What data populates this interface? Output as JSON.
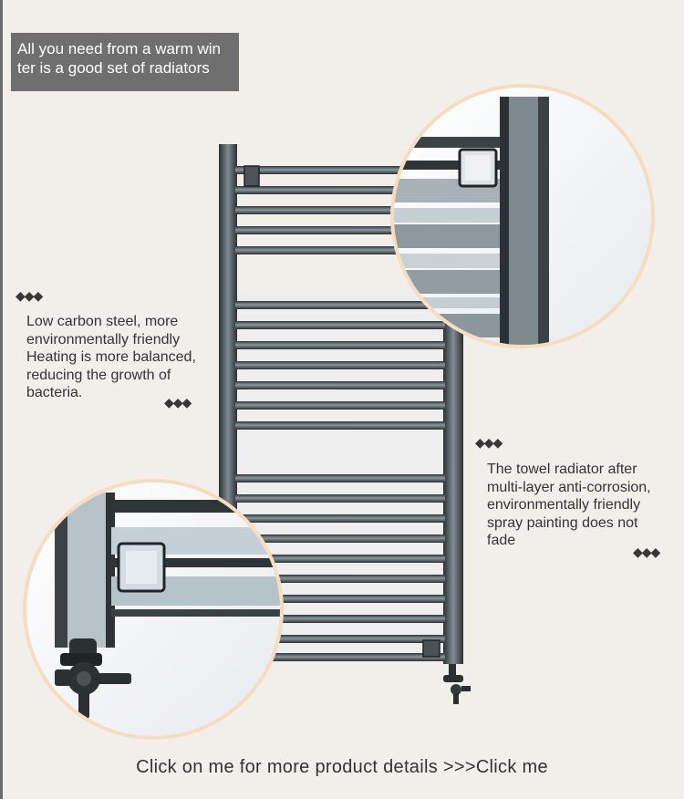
{
  "headline": {
    "line1": "All you need from a warm win",
    "line2": "ter is a good set of radiators"
  },
  "features": {
    "left": {
      "marker": "◆◆◆",
      "lines": [
        "Low carbon steel, more",
        "environmentally friendly",
        "Heating is more balanced,",
        "reducing the growth of",
        "bacteria."
      ]
    },
    "right": {
      "marker": "◆◆◆",
      "lines": [
        "The towel radiator after",
        "multi-layer anti-corrosion,",
        "environmentally friendly",
        "spray painting does not",
        "fade"
      ]
    }
  },
  "cta": {
    "label": "Click on me for more product details >>>Click me"
  },
  "colors": {
    "background": "#f2efeb",
    "headline_bg": "#6f6f6f",
    "frame": "#3c4346",
    "zoom_ring": "#f6dcc0"
  }
}
